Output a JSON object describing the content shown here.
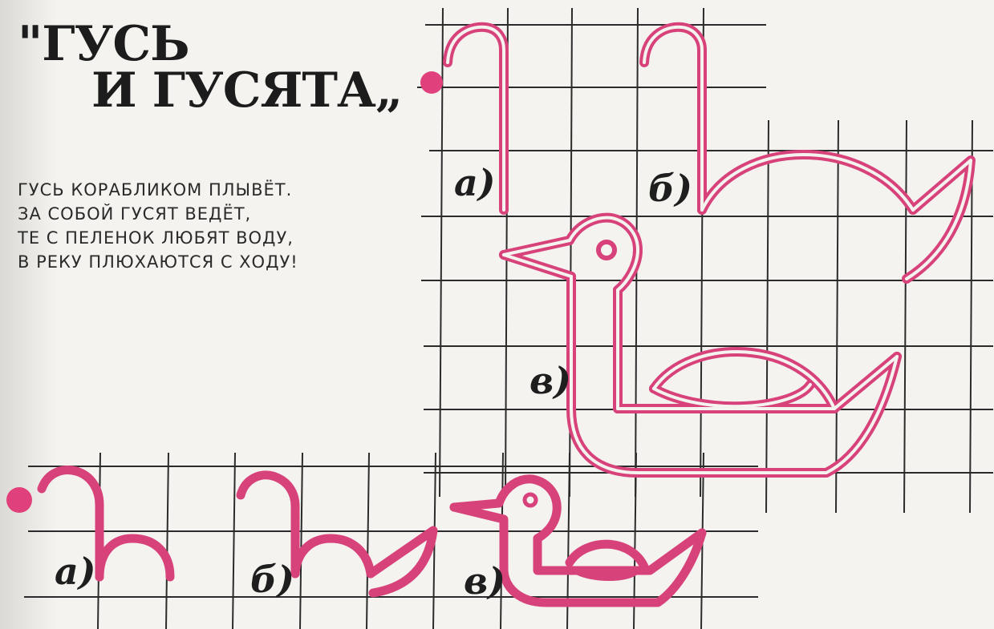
{
  "title": {
    "line1": "\"ГУСЬ",
    "line2": "И ГУСЯТА„"
  },
  "poem": {
    "lines": [
      "ГУСЬ КОРАБЛИКОМ ПЛЫВЁТ.",
      "ЗА СОБОЙ ГУСЯТ ВЕДЁТ,",
      "ТЕ С ПЕЛЕНОК ЛЮБЯТ ВОДУ,",
      "В РЕКУ ПЛЮХАЮТСЯ С ХОДУ!"
    ]
  },
  "steps": {
    "large": {
      "a": "а)",
      "b": "б)",
      "v": "в)"
    },
    "small": {
      "a": "а)",
      "b": "б)",
      "v": "в)"
    }
  },
  "colors": {
    "drawing": "#d8427a",
    "bullet": "#e0417c",
    "grid": "#2b2b2b",
    "paper": "#f4f3ef",
    "ink": "#1c1c1c"
  },
  "icons": {
    "large_goose": "goose-drawing",
    "small_goose": "gosling-drawing",
    "bullet": "pink-dot-icon"
  }
}
